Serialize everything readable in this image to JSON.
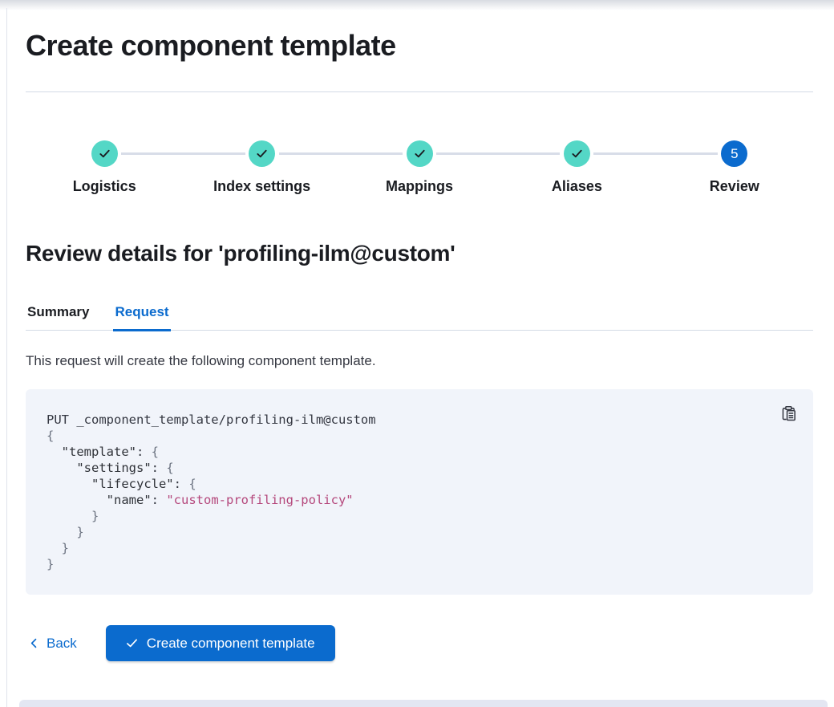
{
  "page": {
    "title": "Create component template"
  },
  "stepper": {
    "steps": [
      {
        "label": "Logistics",
        "status": "complete"
      },
      {
        "label": "Index settings",
        "status": "complete"
      },
      {
        "label": "Mappings",
        "status": "complete"
      },
      {
        "label": "Aliases",
        "status": "complete"
      },
      {
        "label": "Review",
        "status": "current",
        "number": "5"
      }
    ]
  },
  "review": {
    "heading": "Review details for 'profiling-ilm@custom'",
    "tabs": [
      {
        "label": "Summary",
        "active": false
      },
      {
        "label": "Request",
        "active": true
      }
    ],
    "description": "This request will create the following component template.",
    "code": {
      "copy_icon": "copy-clipboard-icon",
      "lines": [
        [
          [
            "plain",
            "PUT _component_template/profiling-ilm@custom"
          ]
        ],
        [
          [
            "punct",
            "{"
          ]
        ],
        [
          [
            "key",
            "  \"template\""
          ],
          [
            "plain",
            ": "
          ],
          [
            "punct",
            "{"
          ]
        ],
        [
          [
            "key",
            "    \"settings\""
          ],
          [
            "plain",
            ": "
          ],
          [
            "punct",
            "{"
          ]
        ],
        [
          [
            "key",
            "      \"lifecycle\""
          ],
          [
            "plain",
            ": "
          ],
          [
            "punct",
            "{"
          ]
        ],
        [
          [
            "key",
            "        \"name\""
          ],
          [
            "plain",
            ": "
          ],
          [
            "str",
            "\"custom-profiling-policy\""
          ]
        ],
        [
          [
            "punct",
            "      }"
          ]
        ],
        [
          [
            "punct",
            "    }"
          ]
        ],
        [
          [
            "punct",
            "  }"
          ]
        ],
        [
          [
            "punct",
            "}"
          ]
        ]
      ]
    }
  },
  "footer": {
    "back_label": "Back",
    "create_label": "Create component template"
  },
  "colors": {
    "primary_blue": "#0b6bce",
    "step_complete_teal": "#54d7c6",
    "code_background": "#f1f4fa",
    "code_string": "#b5487c",
    "divider": "#d3dae6",
    "heading_text": "#1a1c21",
    "body_text": "#343741"
  }
}
